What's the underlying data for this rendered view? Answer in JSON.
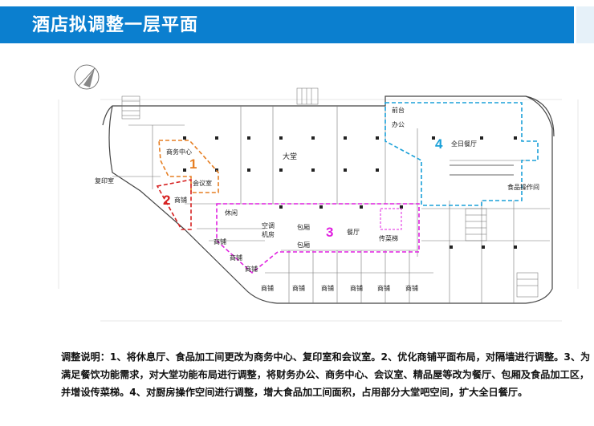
{
  "header": {
    "title": "酒店拟调整一层平面",
    "colors": {
      "bar": "#0b7fcf",
      "accent": "#29a3ee"
    }
  },
  "plan": {
    "labels": {
      "lobby": "大堂",
      "business_center": "商务中心",
      "meeting_room": "会议室",
      "print_room": "复印室",
      "shop": "商铺",
      "lounge": "休闲",
      "ac_room": "空调机房",
      "private_room": "包厢",
      "restaurant": "餐厅",
      "dish_lift": "传菜梯",
      "front_desk": "前台",
      "office": "办公",
      "all_day_dining": "全日餐厅",
      "food_processing": "食品操作间"
    },
    "zones": [
      {
        "num": "1",
        "color": "#e67e22"
      },
      {
        "num": "2",
        "color": "#d62020"
      },
      {
        "num": "3",
        "color": "#e020e0"
      },
      {
        "num": "4",
        "color": "#1aa0d8"
      }
    ]
  },
  "description": "调整说明：1、将休息厅、食品加工间更改为商务中心、复印室和会议室。2、优化商铺平面布局，对隔墙进行调整。3、为满足餐饮功能需求，对大堂功能布局进行调整，将财务办公、商务中心、会议室、精品屋等改为餐厅、包厢及食品加工区，并增设传菜梯。4、对厨房操作空间进行调整，增大食品加工间面积，占用部分大堂吧空间，扩大全日餐厅。"
}
